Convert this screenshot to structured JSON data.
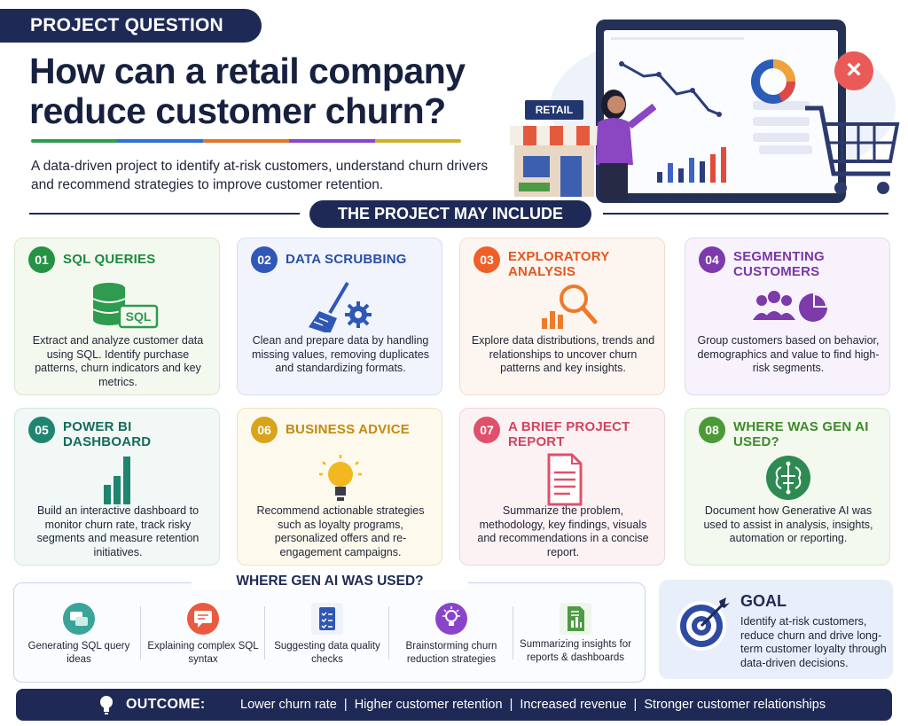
{
  "header": {
    "badge": "PROJECT QUESTION",
    "title_line1": "How can a retail company",
    "title_line2": "reduce customer churn?",
    "subtitle_line1": "A data-driven project to identify at-risk customers, understand churn drivers",
    "subtitle_line2": "and recommend strategies to improve customer retention."
  },
  "illustration": {
    "sign": "RETAIL",
    "icons": [
      "line-chart-icon",
      "donut-chart-icon",
      "bar-chart-icon",
      "close-icon",
      "shopping-cart-icon",
      "storefront-icon",
      "presenter-icon"
    ]
  },
  "section_title": "THE PROJECT MAY INCLUDE",
  "cards": [
    {
      "num": "01",
      "title": "SQL QUERIES",
      "desc": "Extract and analyze customer data using SQL. Identify purchase patterns, churn indicators and key metrics.",
      "icon": "database-icon",
      "icon_text": "SQL"
    },
    {
      "num": "02",
      "title": "DATA SCRUBBING",
      "desc": "Clean and prepare data by handling missing values, removing duplicates and standardizing formats.",
      "icon": "broom-gear-icon"
    },
    {
      "num": "03",
      "title": "EXPLORATORY ANALYSIS",
      "desc": "Explore data distributions, trends and relationships to uncover churn patterns and key insights.",
      "icon": "magnifier-chart-icon"
    },
    {
      "num": "04",
      "title": "SEGMENTING CUSTOMERS",
      "desc": "Group customers based on behavior, demographics and value to find high-risk segments.",
      "icon": "users-pie-icon"
    },
    {
      "num": "05",
      "title": "POWER BI DASHBOARD",
      "desc": "Build an interactive dashboard to monitor churn rate, track risky segments and measure retention initiatives.",
      "icon": "bar-chart-icon"
    },
    {
      "num": "06",
      "title": "BUSINESS ADVICE",
      "desc": "Recommend actionable strategies such as loyalty programs, personalized offers and re-engagement campaigns.",
      "icon": "lightbulb-icon"
    },
    {
      "num": "07",
      "title": "A BRIEF PROJECT REPORT",
      "desc": "Summarize the problem, methodology, key findings, visuals and recommendations in a concise report.",
      "icon": "document-icon"
    },
    {
      "num": "08",
      "title": "WHERE WAS GEN AI USED?",
      "desc": "Document how Generative AI was used to assist in analysis, insights, automation or reporting.",
      "icon": "ai-brain-icon"
    }
  ],
  "genai": {
    "title": "WHERE GEN AI WAS USED?",
    "items": [
      {
        "label": "Generating SQL query ideas",
        "icon": "chat-bubbles-icon"
      },
      {
        "label": "Explaining complex SQL syntax",
        "icon": "message-icon"
      },
      {
        "label": "Suggesting data quality checks",
        "icon": "checklist-icon"
      },
      {
        "label": "Brainstorming churn reduction strategies",
        "icon": "lightbulb-icon"
      },
      {
        "label": "Summarizing insights for reports & dashboards",
        "icon": "report-chart-icon"
      }
    ]
  },
  "goal": {
    "title": "GOAL",
    "text": "Identify at-risk customers, reduce churn and drive long-term customer loyalty through data-driven decisions."
  },
  "outcome": {
    "label": "OUTCOME:",
    "text": "Lower churn rate  |  Higher customer retention  |  Increased revenue  |  Stronger customer relationships"
  }
}
